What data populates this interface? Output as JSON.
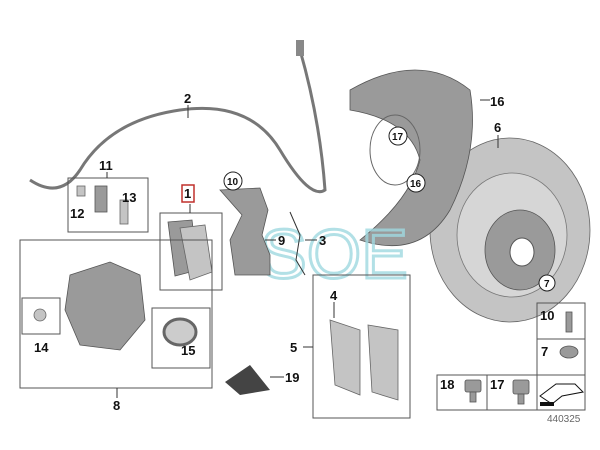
{
  "diagram_number": "440325",
  "watermark": "SOE",
  "callouts": {
    "brake_pad": "1",
    "wear_sensor": "2",
    "spring": "3",
    "clip": "4",
    "repair_kit": "5",
    "brake_disc": "6",
    "disc_screw": "7",
    "caliper": "8",
    "carrier": "9",
    "carrier_bolt": "10",
    "bleeder_kit": "11",
    "bleeder_cap": "12",
    "bleeder_valve": "13",
    "guide_bolt_kit": "14",
    "piston_seal": "15",
    "dust_shield": "16",
    "shield_bolt": "17",
    "shield_bolt_circle": "17",
    "shield_bolt_circle_2": "16",
    "carrier_bolt_circle": "10",
    "disc_screw_circle": "7",
    "bolt_18": "18",
    "grease": "19"
  },
  "grid": {
    "cell_10": "10",
    "cell_7": "7",
    "cell_18": "18",
    "cell_17": "17"
  },
  "colors": {
    "highlight": "#c0302c",
    "watermark": "#9fd9e0"
  }
}
